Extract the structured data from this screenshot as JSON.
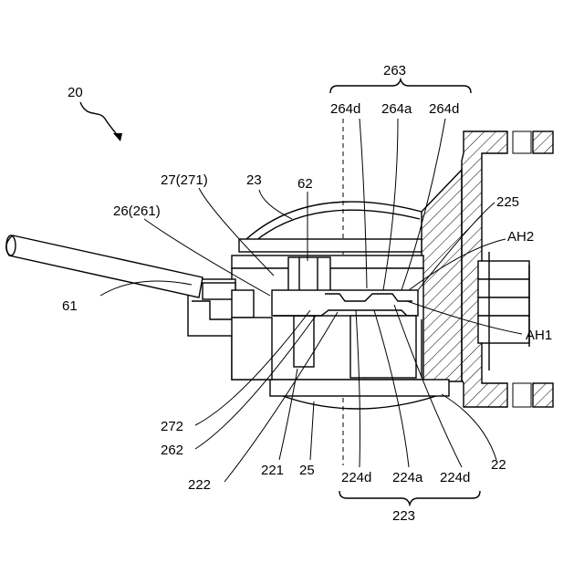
{
  "figure": {
    "labels": [
      {
        "id": "20",
        "text": "20"
      },
      {
        "id": "263",
        "text": "263"
      },
      {
        "id": "264d-left",
        "text": "264d"
      },
      {
        "id": "264a",
        "text": "264a"
      },
      {
        "id": "264d-right",
        "text": "264d"
      },
      {
        "id": "27",
        "text": "27(271)"
      },
      {
        "id": "23",
        "text": "23"
      },
      {
        "id": "62",
        "text": "62"
      },
      {
        "id": "26",
        "text": "26(261)"
      },
      {
        "id": "225",
        "text": "225"
      },
      {
        "id": "AH2",
        "text": "AH2"
      },
      {
        "id": "61",
        "text": "61"
      },
      {
        "id": "AH1",
        "text": "AH1"
      },
      {
        "id": "272",
        "text": "272"
      },
      {
        "id": "262",
        "text": "262"
      },
      {
        "id": "222",
        "text": "222"
      },
      {
        "id": "221",
        "text": "221"
      },
      {
        "id": "25",
        "text": "25"
      },
      {
        "id": "224d-left",
        "text": "224d"
      },
      {
        "id": "224a",
        "text": "224a"
      },
      {
        "id": "224d-right",
        "text": "224d"
      },
      {
        "id": "22",
        "text": "22"
      },
      {
        "id": "223",
        "text": "223"
      }
    ]
  }
}
